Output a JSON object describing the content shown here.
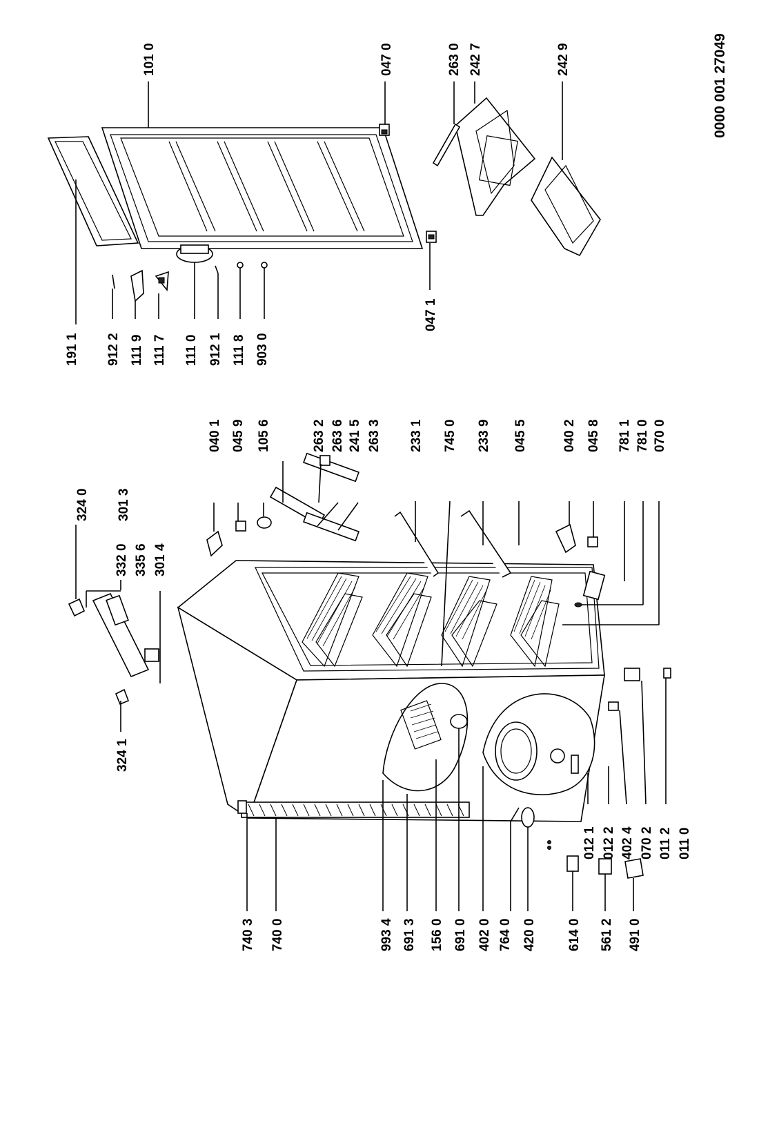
{
  "document_number": "0000 001 27049",
  "labels": {
    "p1910": "191 1",
    "p9122": "912 2",
    "p1119": "111 9",
    "p1117": "111 7",
    "p1110": "111 0",
    "p9121": "912 1",
    "p1118": "111 8",
    "p9030": "903 0",
    "p0471": "047 1",
    "p1010": "101 0",
    "p0470": "047 0",
    "p2630": "263 0",
    "p2427": "242 7",
    "p2429": "242 9",
    "p0401": "040 1",
    "p0459": "045 9",
    "p1056": "105 6",
    "p2632": "263 2",
    "p2636": "263 6",
    "p2415": "241 5",
    "p2633": "263 3",
    "p2331": "233 1",
    "p7450": "745 0",
    "p2339": "233 9",
    "p0455": "045 5",
    "p0402": "040 2",
    "p0458": "045 8",
    "p7811": "781 1",
    "p7810": "781 0",
    "p0700": "070 0",
    "p3240": "324 0",
    "p3013": "301 3",
    "p3320": "332 0",
    "p3356": "335 6",
    "p3014": "301 4",
    "p3241": "324 1",
    "p0121": "012 1",
    "p0122": "012 2",
    "p4024": "402 4",
    "p0702": "070 2",
    "p0112": "011 2",
    "p0110": "011 0",
    "p7403": "740 3",
    "p7400": "740 0",
    "p9934": "993 4",
    "p6913": "691 3",
    "p1560": "156 0",
    "p6910": "691 0",
    "p4020": "402 0",
    "p7640": "764 0",
    "p4200": "420 0",
    "p6140": "614 0",
    "p5612": "561 2",
    "p4910": "491 0"
  }
}
